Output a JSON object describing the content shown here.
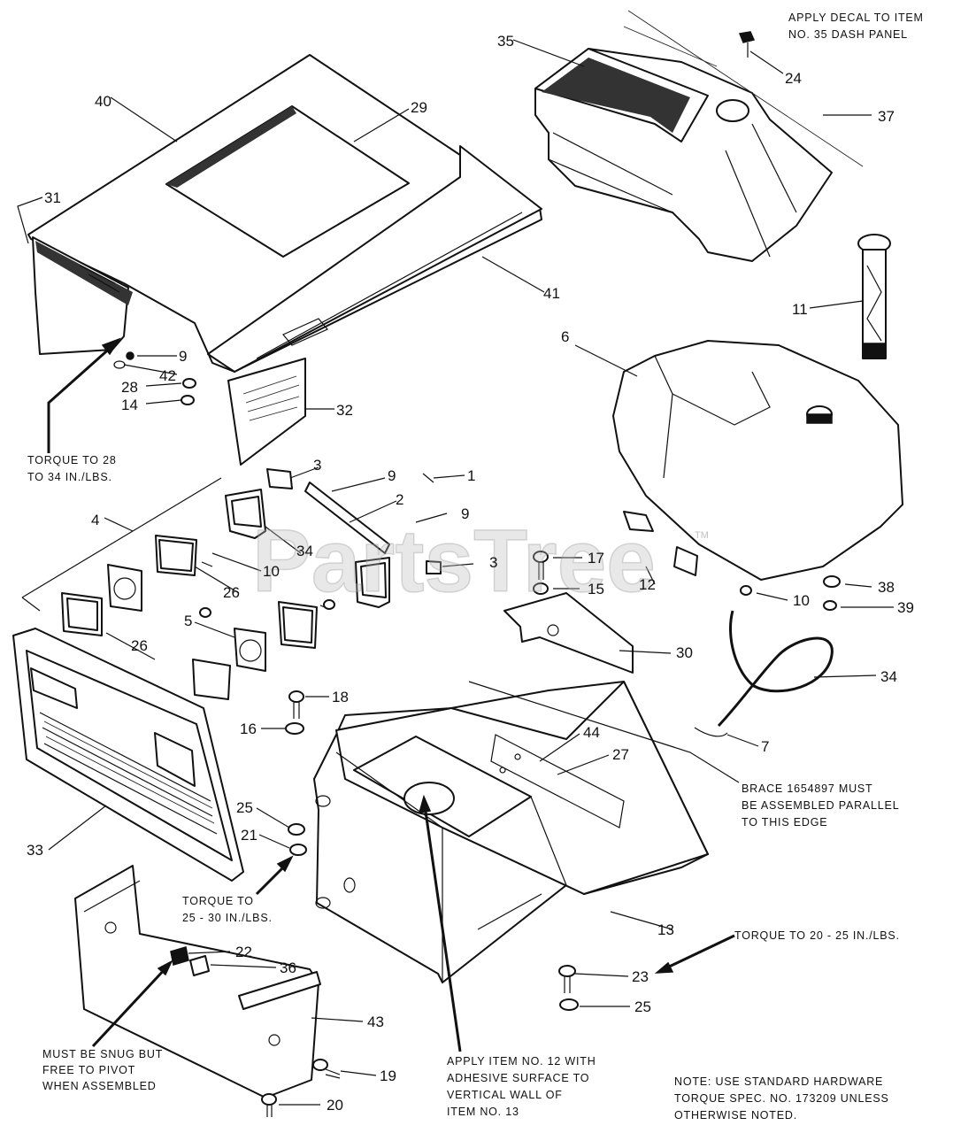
{
  "watermark": {
    "text": "PartsTree",
    "trademark": "TM"
  },
  "callouts": {
    "c40": "40",
    "c29": "29",
    "c31": "31",
    "c41": "41",
    "c9a": "9",
    "c42": "42",
    "c28": "28",
    "c14": "14",
    "c32": "32",
    "c35": "35",
    "c24": "24",
    "c37": "37",
    "c11": "11",
    "c6": "6",
    "c3a": "3",
    "c9b": "9",
    "c1": "1",
    "c2": "2",
    "c9c": "9",
    "c4": "4",
    "c34a": "34",
    "c10a": "10",
    "c3b": "3",
    "c17": "17",
    "c15": "15",
    "c12": "12",
    "c38": "38",
    "c10b": "10",
    "c39": "39",
    "c26a": "26",
    "c5": "5",
    "c26b": "26",
    "c30": "30",
    "c34b": "34",
    "c18": "18",
    "c16": "16",
    "c44": "44",
    "c27": "27",
    "c7": "7",
    "c25a": "25",
    "c21": "21",
    "c33": "33",
    "c13": "13",
    "c22": "22",
    "c36": "36",
    "c43": "43",
    "c23": "23",
    "c25b": "25",
    "c19": "19",
    "c20": "20"
  },
  "notes": {
    "decal_line1": "APPLY DECAL TO ITEM",
    "decal_line2": "NO. 35 DASH PANEL",
    "torque_28_line1": "TORQUE TO 28",
    "torque_28_line2": "TO 34 IN./LBS.",
    "torque_25_line1": "TORQUE TO",
    "torque_25_line2": "25 - 30 IN./LBS.",
    "brace_line1": "BRACE 1654897 MUST",
    "brace_line2": "BE ASSEMBLED PARALLEL",
    "brace_line3": "TO THIS EDGE",
    "torque_20": "TORQUE TO 20 - 25 IN./LBS.",
    "snug_line1": "MUST BE SNUG BUT",
    "snug_line2": "FREE TO PIVOT",
    "snug_line3": "WHEN ASSEMBLED",
    "apply12_line1": "APPLY ITEM NO. 12 WITH",
    "apply12_line2": "ADHESIVE SURFACE TO",
    "apply12_line3": "VERTICAL WALL OF",
    "apply12_line4": "ITEM NO. 13",
    "std_line1": "NOTE: USE STANDARD HARDWARE",
    "std_line2": "TORQUE SPEC. NO. 173209 UNLESS",
    "std_line3": "OTHERWISE NOTED."
  }
}
